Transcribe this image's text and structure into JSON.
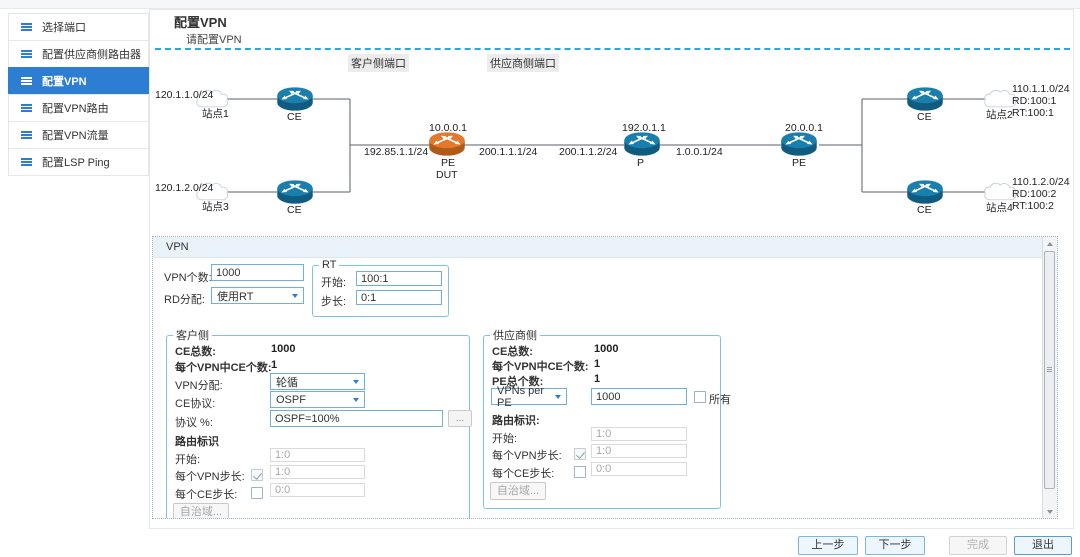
{
  "colors": {
    "accent_blue": "#2d7dd2",
    "router_blue": "#1b7fad",
    "router_blue_dark": "#0f5c80",
    "router_orange": "#e4792d",
    "router_orange_dark": "#b05a18",
    "dashed_line": "#2aa7df"
  },
  "sidebar": {
    "items": [
      {
        "label": "选择端口",
        "selected": false
      },
      {
        "label": "配置供应商侧路由器",
        "selected": false
      },
      {
        "label": "配置VPN",
        "selected": true
      },
      {
        "label": "配置VPN路由",
        "selected": false
      },
      {
        "label": "配置VPN流量",
        "selected": false
      },
      {
        "label": "配置LSP Ping",
        "selected": false
      }
    ]
  },
  "header": {
    "title": "配置VPN",
    "subtitle": "请配置VPN"
  },
  "topology": {
    "ports": {
      "customer": "客户侧端口",
      "provider": "供应商侧端口"
    },
    "sites": {
      "s1": {
        "net": "120.1.1.0/24",
        "name": "站点1"
      },
      "s3": {
        "net": "120.1.2.0/24",
        "name": "站点3"
      },
      "s2": {
        "net": "110.1.1.0/24",
        "rd": "RD:100:1",
        "rt": "RT:100:1",
        "name": "站点2"
      },
      "s4": {
        "net": "110.1.2.0/24",
        "rd": "RD:100:2",
        "rt": "RT:100:2",
        "name": "站点4"
      }
    },
    "nodes": {
      "ce": "CE",
      "dut": {
        "ip": "10.0.0.1",
        "l1": "PE",
        "l2": "DUT"
      },
      "p": {
        "ip": "192.0.1.1",
        "l1": "P"
      },
      "pe": {
        "ip": "20.0.0.1",
        "l1": "PE"
      }
    },
    "links": {
      "ce_pe": "192.85.1.1/24",
      "dut_out": "200.1.1.1/24",
      "p_in": "200.1.1.2/24",
      "p_pe": "1.0.0.1/24"
    }
  },
  "vpn_panel": {
    "title": "VPN",
    "vpn_count_label": "VPN个数:",
    "vpn_count_value": "1000",
    "rd_alloc_label": "RD分配:",
    "rd_alloc_value": "使用RT",
    "rt_group": {
      "legend": "RT",
      "start_label": "开始:",
      "start_value": "100:1",
      "step_label": "步长:",
      "step_value": "0:1"
    },
    "customer": {
      "legend": "客户侧",
      "ce_total_label": "CE总数:",
      "ce_total_value": "1000",
      "ce_per_vpn_label": "每个VPN中CE个数:",
      "ce_per_vpn_value": "1",
      "vpn_alloc_label": "VPN分配:",
      "vpn_alloc_value": "轮循",
      "ce_protocol_label": "CE协议:",
      "ce_protocol_value": "OSPF",
      "protocol_pct_label": "协议 %:",
      "protocol_pct_value": "OSPF=100%",
      "more_button": "...",
      "route_id_label": "路由标识",
      "start_label": "开始:",
      "start_value": "1:0",
      "vpn_step_label": "每个VPN步长:",
      "vpn_step_value": "1:0",
      "ce_step_label": "每个CE步长:",
      "ce_step_value": "0:0",
      "as_button": "自治域..."
    },
    "provider": {
      "legend": "供应商侧",
      "ce_total_label": "CE总数:",
      "ce_total_value": "1000",
      "ce_per_vpn_label": "每个VPN中CE个数:",
      "ce_per_vpn_value": "1",
      "pe_total_label": "PE总个数:",
      "pe_total_value": "1",
      "vpns_per_pe_label": "VPNs per PE",
      "vpns_per_pe_value": "1000",
      "all_label": "所有",
      "route_id_label": "路由标识:",
      "start_label": "开始:",
      "start_value": "1:0",
      "vpn_step_label": "每个VPN步长:",
      "vpn_step_value": "1:0",
      "ce_step_label": "每个CE步长:",
      "ce_step_value": "0:0",
      "as_button": "自治域..."
    }
  },
  "footer": {
    "prev": "上一步",
    "next": "下一步",
    "finish": "完成",
    "exit": "退出"
  }
}
